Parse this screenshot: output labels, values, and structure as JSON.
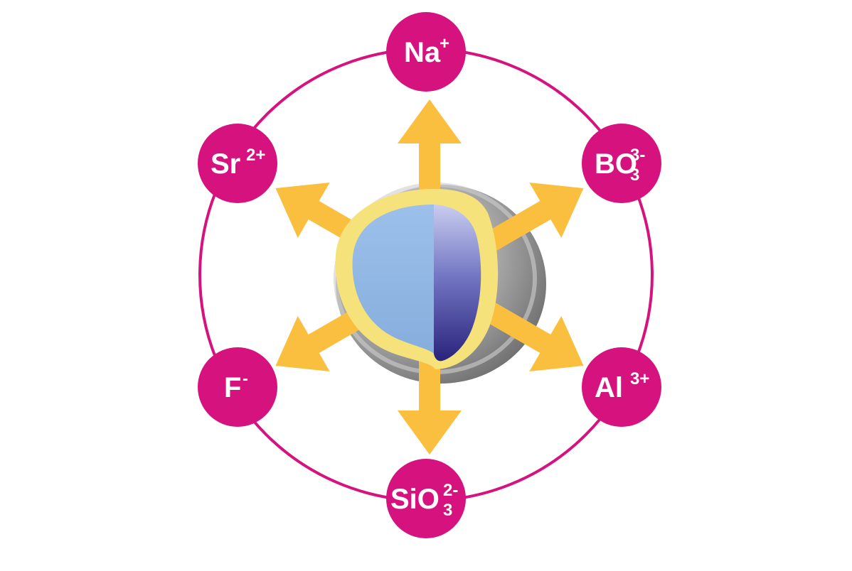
{
  "colors": {
    "ring": "#d6127e",
    "ion_fill": "#d6127e",
    "ion_text": "#ffffff",
    "arrow": "#fbbf3f",
    "shell_outline": "#f6e27a",
    "core_light": "#8fb6e3",
    "core_dark": "#2e2680",
    "sphere_gray": "#9a9a9a"
  },
  "center": {
    "description_icon": "glass-particle-icon",
    "arrow_count": 6
  },
  "ions": [
    {
      "id": "na",
      "main": "Na",
      "sup": "+",
      "sub": ""
    },
    {
      "id": "bo3",
      "main": "BO",
      "sup": "3-",
      "sub": "3"
    },
    {
      "id": "al",
      "main": "Al",
      "sup": "3+",
      "sub": ""
    },
    {
      "id": "sio3",
      "main": "SiO",
      "sup": "2-",
      "sub": "3"
    },
    {
      "id": "f",
      "main": "F",
      "sup": "-",
      "sub": ""
    },
    {
      "id": "sr",
      "main": "Sr",
      "sup": "2+",
      "sub": ""
    }
  ]
}
